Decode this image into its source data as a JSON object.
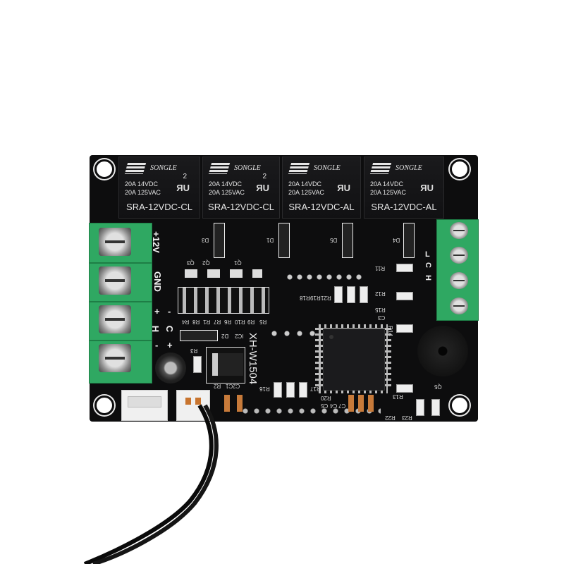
{
  "relays": [
    {
      "brand": "SONGLE",
      "spec1": "20A 14VDC",
      "spec2": "20A 125VAC",
      "mark": "2",
      "model": "SRA-12VDC-CL"
    },
    {
      "brand": "SONGLE",
      "spec1": "20A 14VDC",
      "spec2": "20A 125VAC",
      "mark": "2",
      "model": "SRA-12VDC-CL"
    },
    {
      "brand": "SONGLE",
      "spec1": "20A 14VDC",
      "spec2": "20A 125VAC",
      "mark": "",
      "model": "SRA-12VDC-AL"
    },
    {
      "brand": "SONGLE",
      "spec1": "20A 14VDC",
      "spec2": "20A 125VAC",
      "mark": "",
      "model": "SRA-12VDC-AL"
    }
  ],
  "silkscreen": {
    "power_pos": "+12V",
    "power_gnd": "GND",
    "sensor_pins": [
      "+",
      "-",
      "H",
      "C",
      "-",
      "+"
    ],
    "board_model": "XH-W1504",
    "right_terminal": [
      "L",
      "H",
      "C"
    ],
    "labels": [
      "D3",
      "Q3",
      "Q2",
      "Q1",
      "D1",
      "D5",
      "D4",
      "R4",
      "R8",
      "R1",
      "R7",
      "R6",
      "R10",
      "R9",
      "R5",
      "IC2",
      "D2",
      "R3",
      "R2",
      "C2",
      "C1",
      "R16",
      "R17",
      "R20",
      "C7",
      "C4",
      "C5",
      "R18",
      "R19",
      "R21",
      "R11",
      "R12",
      "R15",
      "C3",
      "R14",
      "R13",
      "Q5",
      "R23",
      "R22"
    ]
  },
  "colors": {
    "board": "#0d0d0e",
    "terminal": "#2fa862",
    "connector": "#f0f0f0",
    "background": "#ffffff"
  }
}
